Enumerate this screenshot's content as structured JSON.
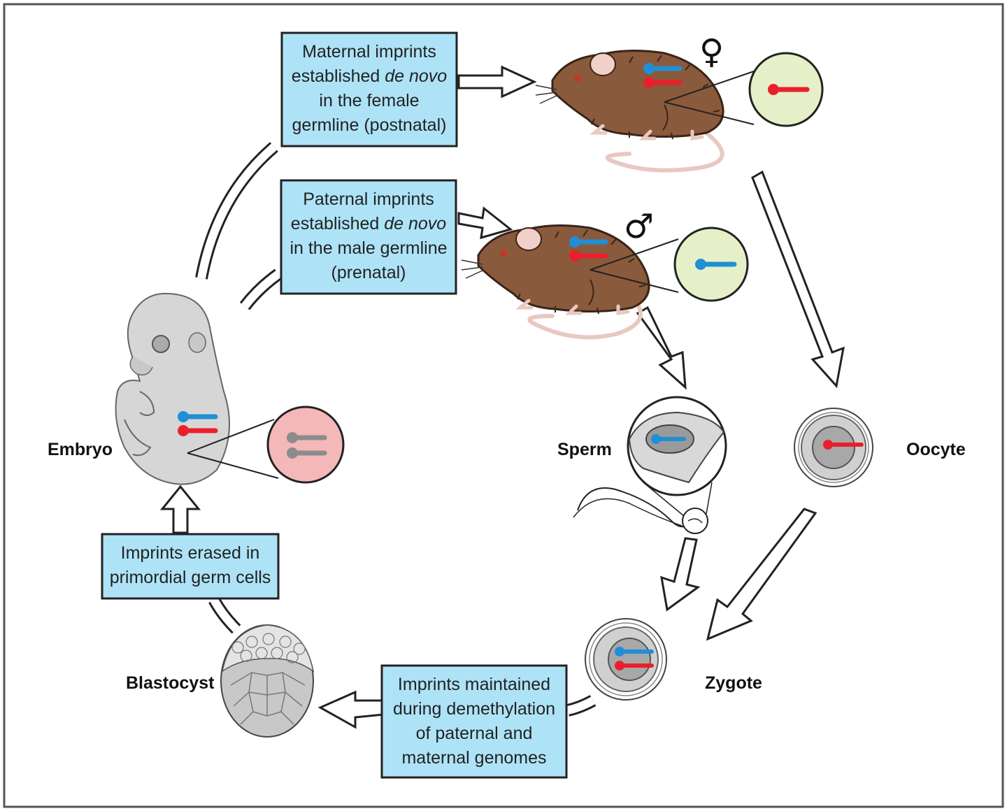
{
  "colors": {
    "maternal": "#e8202b",
    "paternal": "#1f8fd6",
    "erased": "#8c8c8c",
    "box_fill": "#aee3f7",
    "oocyte_circle": "#e6f0c8",
    "sperm_circle": "#e6f0c8",
    "embryo_circle": "#f4b8b8",
    "mouse_fur": "#8a5a3c"
  },
  "boxes": {
    "maternal": {
      "line1": "Maternal imprints",
      "line2a": "established ",
      "line2b": "de novo",
      "line3": "in the female",
      "line4": "germline (postnatal)"
    },
    "paternal": {
      "line1": "Paternal imprints",
      "line2a": "established ",
      "line2b": "de novo",
      "line3": "in the male germline",
      "line4": "(prenatal)"
    },
    "erased": {
      "line1": "Imprints erased in",
      "line2": "primordial germ cells"
    },
    "maintained": {
      "line1": "Imprints maintained",
      "line2": "during demethylation",
      "line3": "of paternal and",
      "line4": "maternal genomes"
    }
  },
  "labels": {
    "embryo": "Embryo",
    "sperm": "Sperm",
    "oocyte": "Oocyte",
    "zygote": "Zygote",
    "blastocyst": "Blastocyst"
  },
  "symbols": {
    "female": "♀",
    "male": "♂"
  },
  "icons": [
    "female-mouse-icon",
    "male-mouse-icon",
    "embryo-icon",
    "blastocyst-icon",
    "sperm-icon",
    "oocyte-icon",
    "zygote-icon"
  ]
}
